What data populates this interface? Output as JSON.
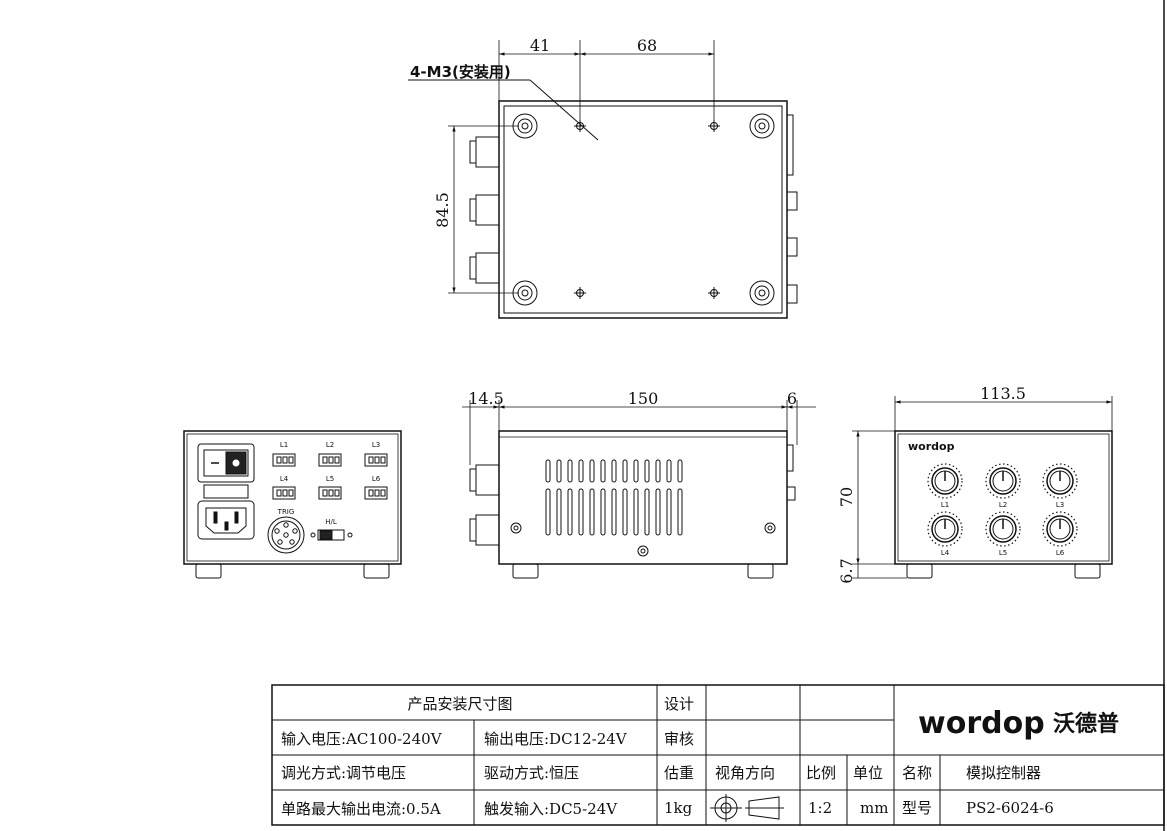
{
  "top_view": {
    "dim_left": "41",
    "dim_right": "68",
    "dim_height": "84.5",
    "mount_note": "4-M3(安装用)"
  },
  "back_view": {
    "port_labels": [
      "L1",
      "L2",
      "L3",
      "L4",
      "L5",
      "L6"
    ],
    "trig_label": "TRIG",
    "hl_label": "H/L"
  },
  "side_view": {
    "dim_front": "14.5",
    "dim_length": "150",
    "dim_rear": "6"
  },
  "front_view": {
    "dim_width": "113.5",
    "dim_height": "70",
    "dim_feet": "6.7",
    "brand": "wordop",
    "knob_labels": [
      "L1",
      "L2",
      "L3",
      "L4",
      "L5",
      "L6"
    ]
  },
  "title_block": {
    "title": "产品安装尺寸图",
    "input_voltage": "输入电压:AC100-240V",
    "output_voltage": "输出电压:DC12-24V",
    "dimming": "调光方式:调节电压",
    "drive": "驱动方式:恒压",
    "max_current": "单路最大输出电流:0.5A",
    "trigger": "触发输入:DC5-24V",
    "design_label": "设计",
    "review_label": "审核",
    "weight_label": "估重",
    "weight_value": "1kg",
    "view_label": "视角方向",
    "scale_label": "比例",
    "scale_value": "1:2",
    "unit_label": "单位",
    "unit_value": "mm",
    "name_label": "名称",
    "name_value": "模拟控制器",
    "model_label": "型号",
    "model_value": "PS2-6024-6",
    "logo_text": "wordop",
    "logo_cn": "沃德普"
  }
}
